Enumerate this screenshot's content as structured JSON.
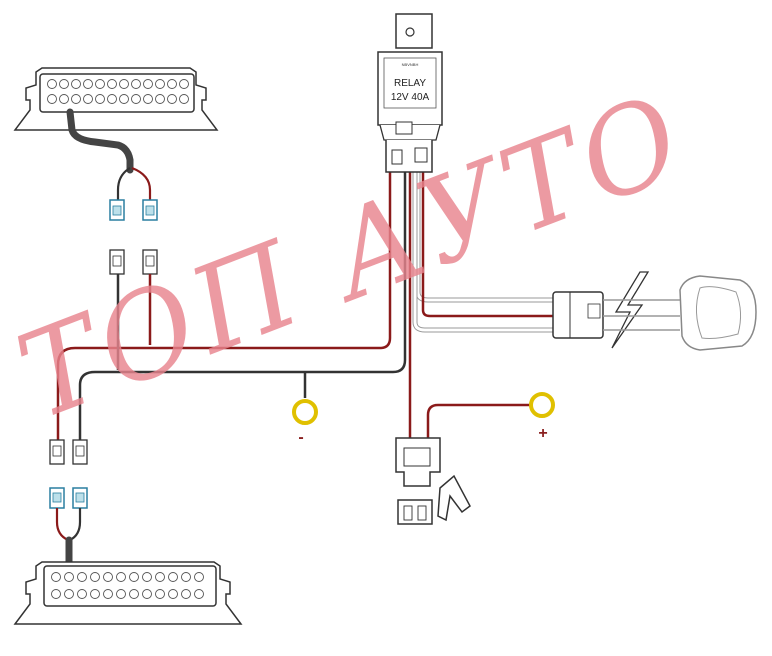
{
  "relay": {
    "logo": "NBVNBH",
    "label_line1": "RELAY",
    "label_line2": "12V 40A"
  },
  "terminals": {
    "negative_sign": "-",
    "positive_sign": "+"
  },
  "watermark": {
    "text": "ТОП АУТО"
  },
  "colors": {
    "red_wire": "#8b1a1a",
    "dark_wire": "#3a3a3a",
    "white_wire": "#aaaaaa",
    "ring_terminal": "#e0c000",
    "outline": "#333333"
  }
}
